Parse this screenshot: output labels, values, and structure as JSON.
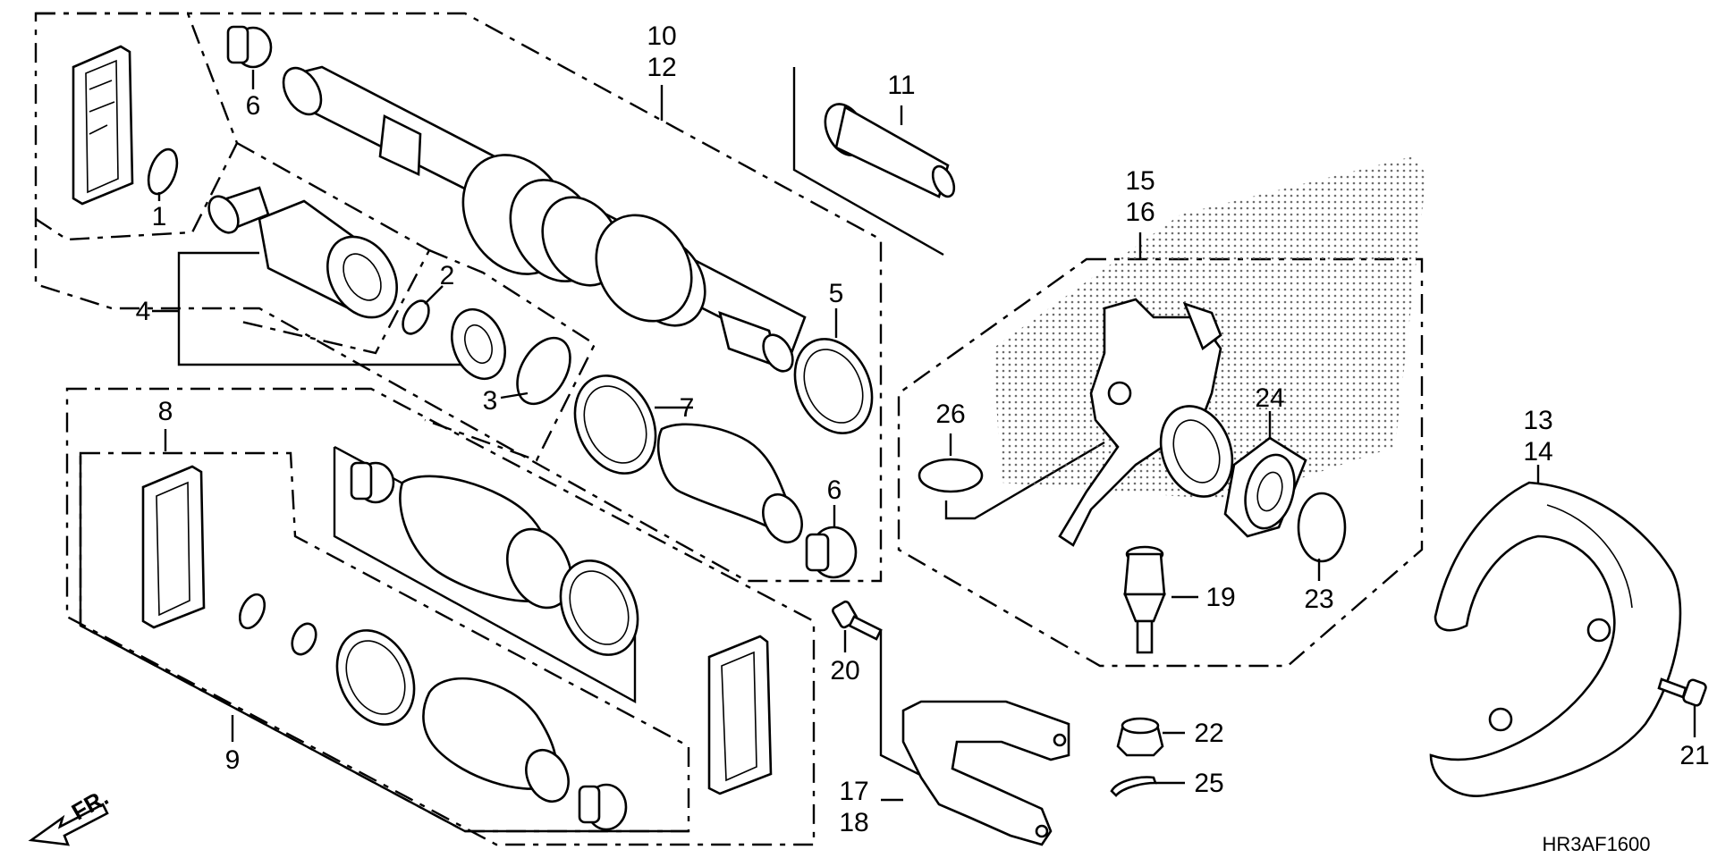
{
  "diagram_code": "HR3AF1600",
  "direction_label": "FR.",
  "callouts": [
    {
      "id": "p1",
      "text": "1"
    },
    {
      "id": "p2",
      "text": "2"
    },
    {
      "id": "p3",
      "text": "3"
    },
    {
      "id": "p4",
      "text": "4"
    },
    {
      "id": "p5",
      "text": "5"
    },
    {
      "id": "p6a",
      "text": "6"
    },
    {
      "id": "p6b",
      "text": "6"
    },
    {
      "id": "p7",
      "text": "7"
    },
    {
      "id": "p8",
      "text": "8"
    },
    {
      "id": "p9",
      "text": "9"
    },
    {
      "id": "p10",
      "text": "10"
    },
    {
      "id": "p12",
      "text": "12"
    },
    {
      "id": "p11",
      "text": "11"
    },
    {
      "id": "p13",
      "text": "13"
    },
    {
      "id": "p14",
      "text": "14"
    },
    {
      "id": "p15",
      "text": "15"
    },
    {
      "id": "p16",
      "text": "16"
    },
    {
      "id": "p17",
      "text": "17"
    },
    {
      "id": "p18",
      "text": "18"
    },
    {
      "id": "p19",
      "text": "19"
    },
    {
      "id": "p20",
      "text": "20"
    },
    {
      "id": "p21",
      "text": "21"
    },
    {
      "id": "p22",
      "text": "22"
    },
    {
      "id": "p23",
      "text": "23"
    },
    {
      "id": "p24",
      "text": "24"
    },
    {
      "id": "p25",
      "text": "25"
    },
    {
      "id": "p26",
      "text": "26"
    }
  ]
}
